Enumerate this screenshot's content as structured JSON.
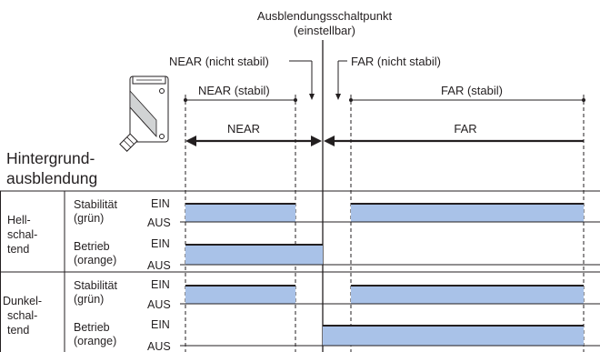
{
  "switch_point": {
    "title": "Ausblendungsschaltpunkt",
    "subtitle": "(einstellbar)"
  },
  "zones": {
    "near_unstable": "NEAR (nicht stabil)",
    "far_unstable": "FAR (nicht stabil)",
    "near_stable": "NEAR (stabil)",
    "far_stable": "FAR (stabil)",
    "near": "NEAR",
    "far": "FAR"
  },
  "heading": {
    "line1": "Hintergrund-",
    "line2": "ausblendung"
  },
  "modes": [
    {
      "lines": [
        "Hell-",
        "schal-",
        "tend"
      ],
      "signals": [
        {
          "lines": [
            "Stabilität",
            "(grün)"
          ],
          "on": "EIN",
          "off": "AUS"
        },
        {
          "lines": [
            "Betrieb",
            "(orange)"
          ],
          "on": "EIN",
          "off": "AUS"
        }
      ]
    },
    {
      "lines": [
        "Dunkel-",
        "schal-",
        "tend"
      ],
      "signals": [
        {
          "lines": [
            "Stabilität",
            "(grün)"
          ],
          "on": "EIN",
          "off": "AUS"
        },
        {
          "lines": [
            "Betrieb",
            "(orange)"
          ],
          "on": "EIN",
          "off": "AUS"
        }
      ]
    }
  ],
  "colors": {
    "signal_fill": "#a9c2e8",
    "line": "#231f20"
  }
}
